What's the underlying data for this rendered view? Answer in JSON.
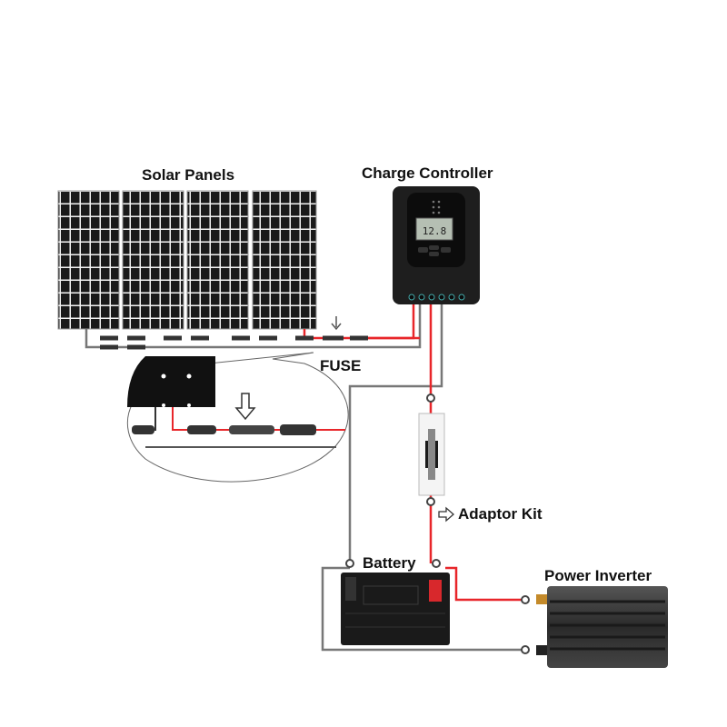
{
  "labels": {
    "solar_panels": "Solar Panels",
    "charge_controller": "Charge Controller",
    "fuse": "FUSE",
    "adaptor_kit": "Adaptor Kit",
    "battery": "Battery",
    "power_inverter": "Power Inverter"
  },
  "controller_display": "12.8",
  "colors": {
    "positive_wire": "#e8262a",
    "negative_wire": "#6b6b6b",
    "device_dark": "#1e1e1e"
  }
}
